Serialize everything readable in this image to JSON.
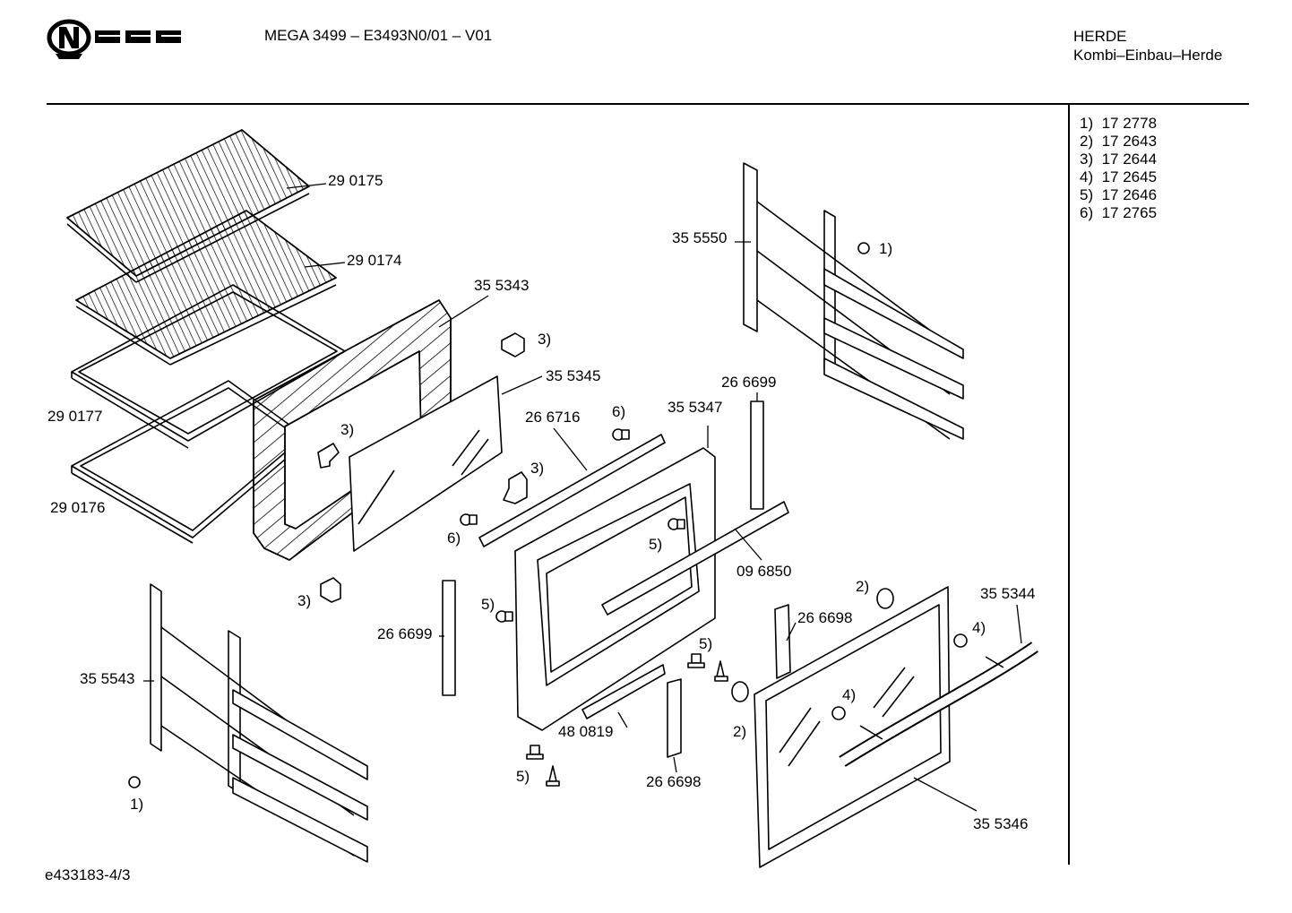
{
  "header": {
    "brand": "NEFF",
    "model_line": "MEGA 3499 – E3493N0/01 – V01",
    "category": "HERDE",
    "subcategory": "Kombi–Einbau–Herde"
  },
  "legend": [
    {
      "ref": "1)",
      "part": "17 2778"
    },
    {
      "ref": "2)",
      "part": "17 2643"
    },
    {
      "ref": "3)",
      "part": "17 2644"
    },
    {
      "ref": "4)",
      "part": "17 2645"
    },
    {
      "ref": "5)",
      "part": "17 2646"
    },
    {
      "ref": "6)",
      "part": "17 2765"
    }
  ],
  "labels": {
    "l290175": "29 0175",
    "l290174": "29 0174",
    "l290177": "29 0177",
    "l290176": "29 0176",
    "l355343": "35 5343",
    "l355345": "35 5345",
    "l266716": "26 6716",
    "l355347": "35 5347",
    "l266699a": "26 6699",
    "l355550": "35 5550",
    "l096850": "09 6850",
    "l266699b": "26 6699",
    "l355543": "35 5543",
    "l480819": "48 0819",
    "l266698a": "26 6698",
    "l266698b": "26 6698",
    "l355344": "35 5344",
    "l355346": "35 5346"
  },
  "refs": {
    "r1a": "1)",
    "r1b": "1)",
    "r3a": "3)",
    "r3b": "3)",
    "r3c": "3)",
    "r3d": "3)",
    "r6a": "6)",
    "r6b": "6)",
    "r5a": "5)",
    "r5b": "5)",
    "r5c": "5)",
    "r5d": "5)",
    "r2a": "2)",
    "r2b": "2)",
    "r4a": "4)",
    "r4b": "4)"
  },
  "footer": "e433183-4/3"
}
